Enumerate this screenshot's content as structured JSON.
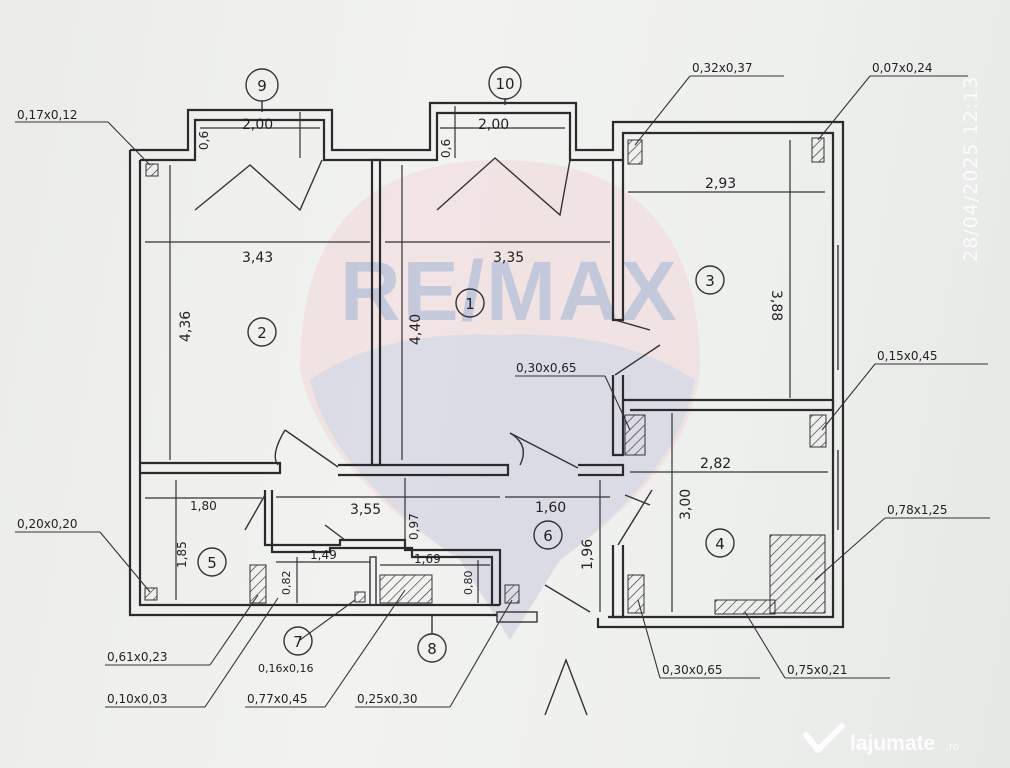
{
  "watermark": {
    "text": "RE/MAX"
  },
  "timestamp": "28/04/2025 12:13",
  "site_logo": {
    "text": "lajumate",
    "suffix": ".ro"
  },
  "rooms": [
    {
      "label": "1"
    },
    {
      "label": "2"
    },
    {
      "label": "3"
    },
    {
      "label": "4"
    },
    {
      "label": "5"
    },
    {
      "label": "6"
    },
    {
      "label": "7"
    },
    {
      "label": "8"
    },
    {
      "label": "9"
    },
    {
      "label": "10"
    }
  ],
  "dimensions": {
    "balcony9_width": "2,00",
    "balcony9_depth": "0,6",
    "balcony10_width": "2,00",
    "balcony10_depth": "0,6",
    "room2_width": "3,43",
    "room2_length": "4,36",
    "room1_width": "3,35",
    "room1_length": "4,40",
    "room3_width": "2,93",
    "room3_length": "3,88",
    "room4_width": "2,82",
    "room4_length": "3,00",
    "room5_width": "1,80",
    "room5_length": "1,85",
    "hall_width": "3,55",
    "hall_depth": "0,97",
    "room6_width": "1,60",
    "room6_length": "1,96",
    "room7_width": "1,49",
    "room7_depth": "0,82",
    "room8_width": "1,69",
    "room8_depth": "0,80"
  },
  "annotations": {
    "a_017x012": "0,17x0,12",
    "a_032x037": "0,32x0,37",
    "a_007x024": "0,07x0,24",
    "a_030x065_top": "0,30x0,65",
    "a_015x045": "0,15x0,45",
    "a_020x020": "0,20x0,20",
    "a_078x125": "0,78x1,25",
    "a_061x023": "0,61x0,23",
    "a_016x016": "0,16x0,16",
    "a_010x003": "0,10x0,03",
    "a_077x045": "0,77x0,45",
    "a_025x030": "0,25x0,30",
    "a_030x065_bottom": "0,30x0,65",
    "a_075x021": "0,75x0,21"
  },
  "colors": {
    "ink": "#2b2b2b",
    "watermark_blue": "#9fb3d6",
    "watermark_red": "#e3a9ad",
    "paper": "#eef0ee"
  }
}
